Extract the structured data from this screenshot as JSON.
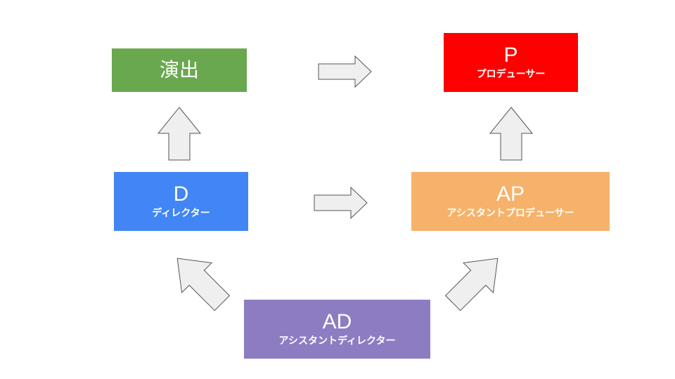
{
  "nodes": {
    "enshutsu": {
      "title": "演出",
      "color": "#6aa84f"
    },
    "p": {
      "title": "P",
      "subtitle": "プロデューサー",
      "color": "#ff0000"
    },
    "d": {
      "title": "D",
      "subtitle": "ディレクター",
      "color": "#4285f4"
    },
    "ap": {
      "title": "AP",
      "subtitle": "アシスタントプロデューサー",
      "color": "#f6b26b"
    },
    "ad": {
      "title": "AD",
      "subtitle": "アシスタントディレクター",
      "color": "#8e7cc3"
    }
  }
}
